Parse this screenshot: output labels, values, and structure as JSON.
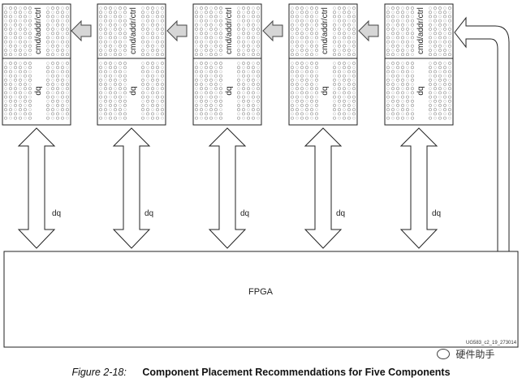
{
  "diagram": {
    "fpga_label": "FPGA",
    "bus_label": "dq",
    "component_ctrl_label": "cmd/addr/ctrl",
    "component_data_label": "dq",
    "component_count": 5,
    "figure_id": "UG583_c2_19_273014"
  },
  "caption": {
    "number": "Figure 2-18:",
    "title": "Component Placement Recommendations for Five Components"
  },
  "watermark": {
    "text": "硬件助手"
  }
}
